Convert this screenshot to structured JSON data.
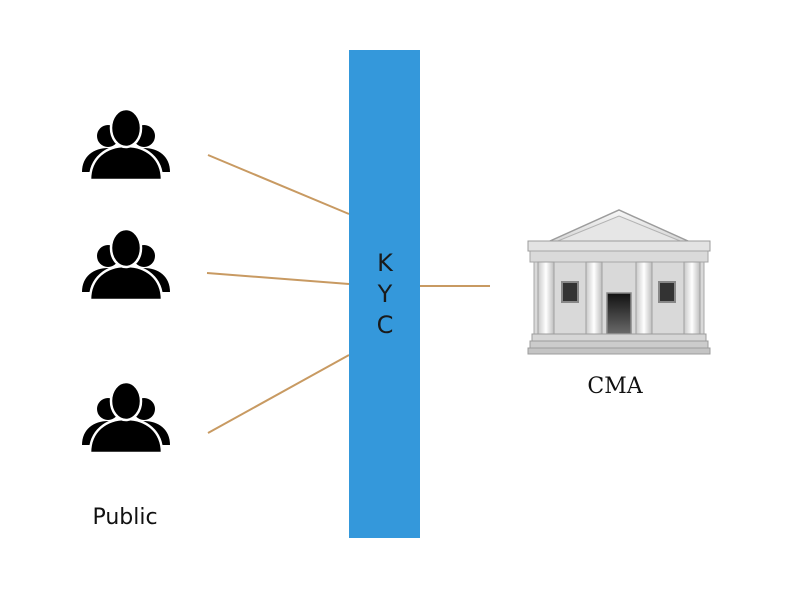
{
  "diagram": {
    "public_label": "Public",
    "kyc_letters": [
      "K",
      "Y",
      "C"
    ],
    "cma_label": "CMA",
    "icons": {
      "people": "people-group-icon",
      "institution": "bank-building-icon"
    },
    "colors": {
      "kyc_bar": "#3498db",
      "connector": "#c89a62",
      "people": "#000000"
    }
  }
}
